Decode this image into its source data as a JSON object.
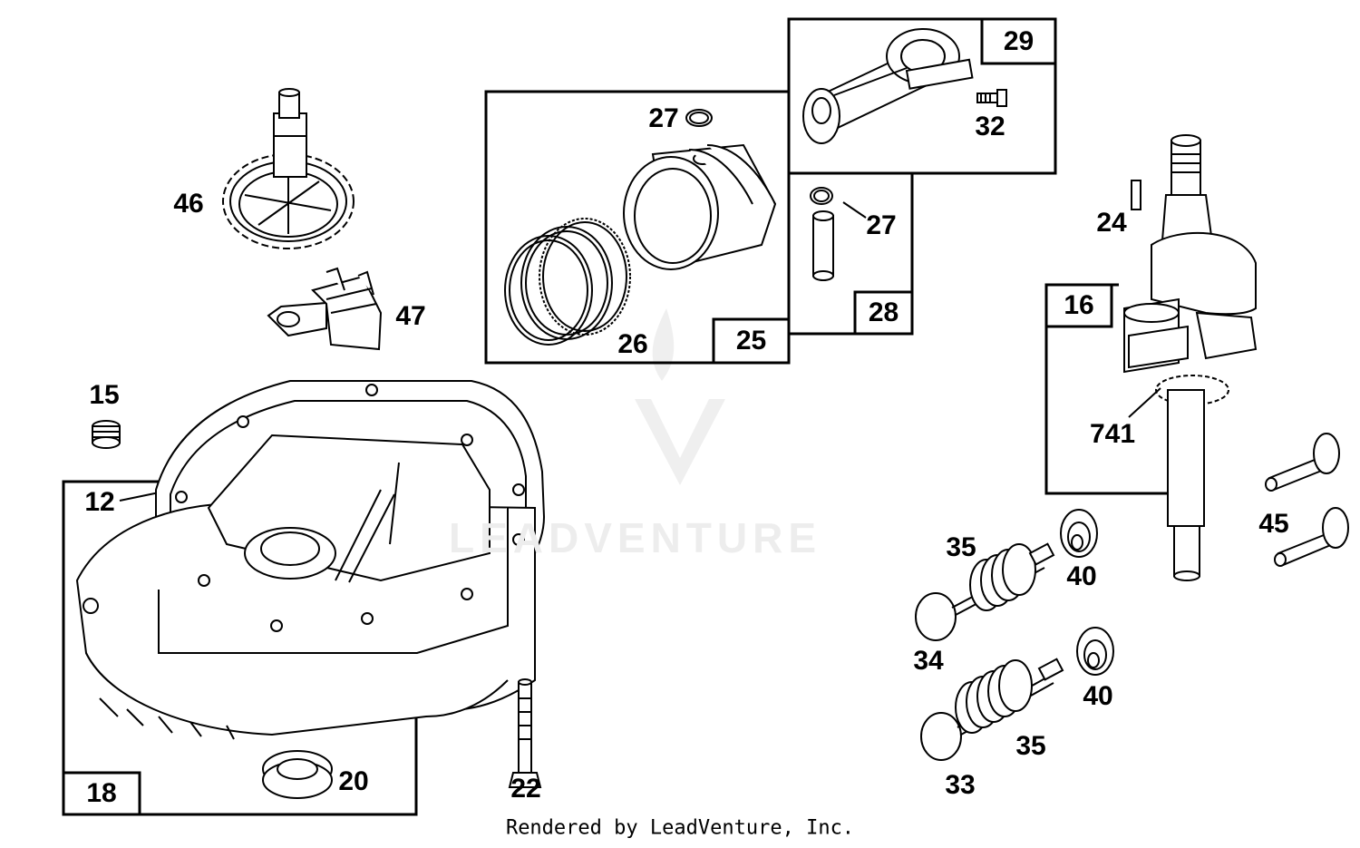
{
  "diagram": {
    "part_labels": [
      {
        "id": "46",
        "text": "46"
      },
      {
        "id": "47",
        "text": "47"
      },
      {
        "id": "15",
        "text": "15"
      },
      {
        "id": "12",
        "text": "12"
      },
      {
        "id": "27a",
        "text": "27"
      },
      {
        "id": "26",
        "text": "26"
      },
      {
        "id": "32",
        "text": "32"
      },
      {
        "id": "27b",
        "text": "27"
      },
      {
        "id": "24",
        "text": "24"
      },
      {
        "id": "741",
        "text": "741"
      },
      {
        "id": "45",
        "text": "45"
      },
      {
        "id": "35a",
        "text": "35"
      },
      {
        "id": "40a",
        "text": "40"
      },
      {
        "id": "34",
        "text": "34"
      },
      {
        "id": "40b",
        "text": "40"
      },
      {
        "id": "35b",
        "text": "35"
      },
      {
        "id": "33",
        "text": "33"
      },
      {
        "id": "20",
        "text": "20"
      },
      {
        "id": "22",
        "text": "22"
      }
    ],
    "box_labels": {
      "box29": "29",
      "box25": "25",
      "box28": "28",
      "box16": "16",
      "box18": "18"
    },
    "watermark": "LEADVENTURE",
    "footer": "Rendered by LeadVenture, Inc."
  },
  "colors": {
    "line": "#000000",
    "background": "#ffffff",
    "watermark": "#ededed"
  }
}
